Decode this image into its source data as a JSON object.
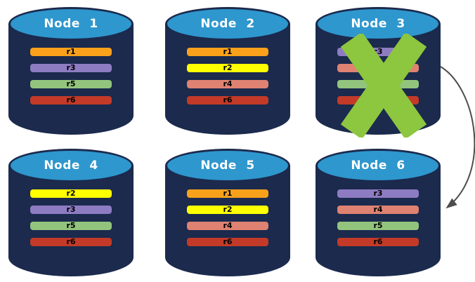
{
  "diagram": {
    "background": "#ffffff",
    "nodes": [
      {
        "label": "Node 1",
        "replicas": [
          "r1",
          "r3",
          "r5",
          "r6"
        ],
        "failed": false
      },
      {
        "label": "Node 2",
        "replicas": [
          "r1",
          "r2",
          "r4",
          "r6"
        ],
        "failed": false
      },
      {
        "label": "Node 3",
        "replicas": [
          "r3",
          "r4",
          "r5",
          "r6"
        ],
        "failed": true
      },
      {
        "label": "Node 4",
        "replicas": [
          "r2",
          "r3",
          "r5",
          "r6"
        ],
        "failed": false
      },
      {
        "label": "Node 5",
        "replicas": [
          "r1",
          "r2",
          "r4",
          "r6"
        ],
        "failed": false
      },
      {
        "label": "Node 6",
        "replicas": [
          "r3",
          "r4",
          "r5",
          "r6"
        ],
        "failed": false
      }
    ],
    "failure_marker": {
      "on_node": "Node 3",
      "symbol": "X"
    },
    "arrow": {
      "from": "Node 3",
      "to": "Node 6"
    }
  },
  "colors": {
    "cylinder_body": "#1B2A4D",
    "cylinder_top": "#2E97CE",
    "title_text": "#FFFFFF",
    "bar_text": "#000000",
    "failure_x": "#8DC63F",
    "arrow": "#4D4D4D",
    "replica_colors": {
      "r1": "#F9A11B",
      "r2": "#FFFF00",
      "r3": "#8E7CC3",
      "r4": "#DF8272",
      "r5": "#93C47D",
      "r6": "#C33A28"
    }
  }
}
